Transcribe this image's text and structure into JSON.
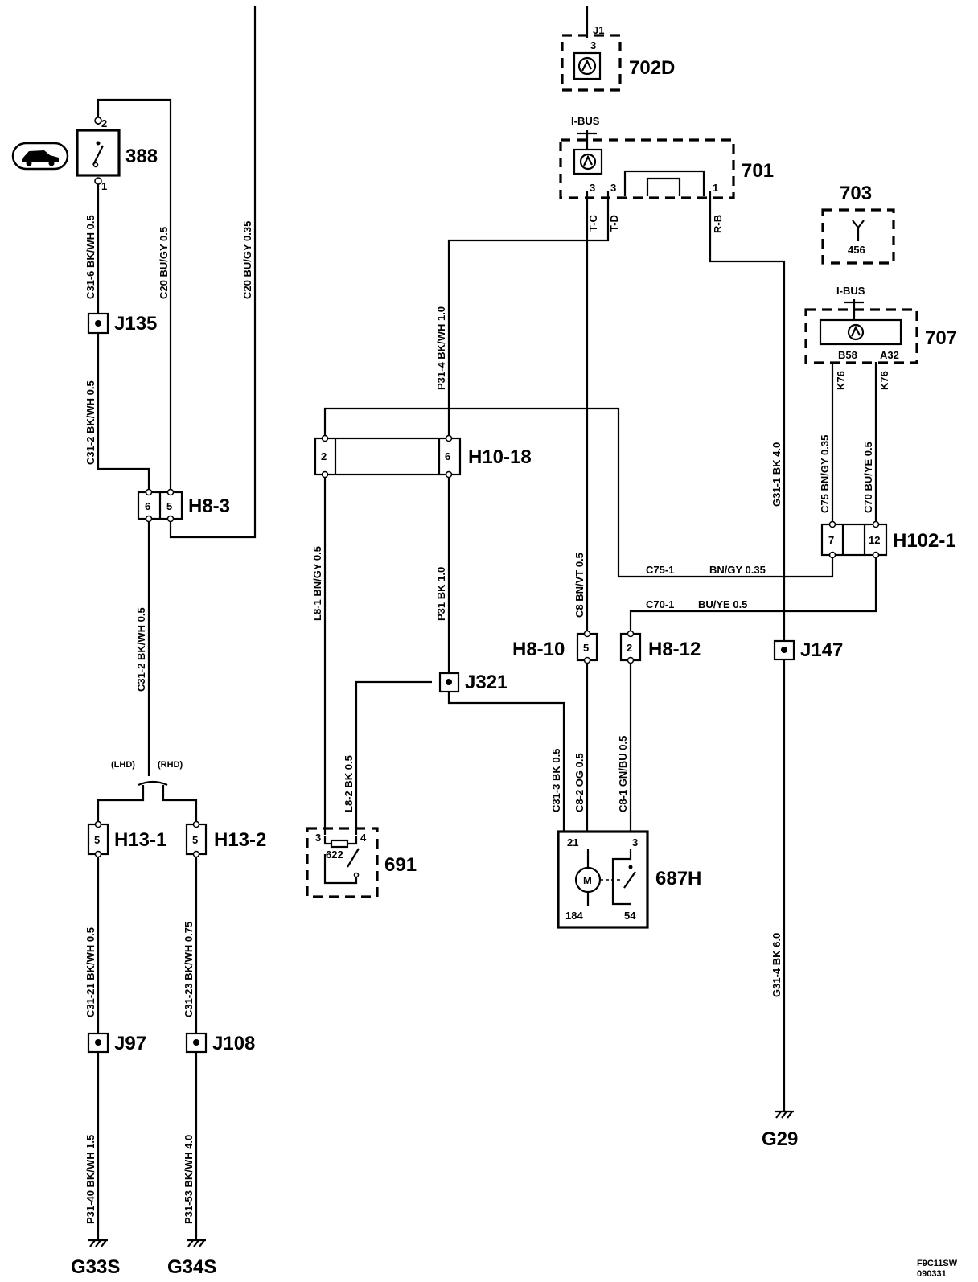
{
  "components": {
    "c388": "388",
    "c702d": "702D",
    "c701": "701",
    "c703": "703",
    "c707": "707",
    "c691": "691",
    "c687h": "687H"
  },
  "connectors": {
    "h8_3": "H8-3",
    "h10_18": "H10-18",
    "h102_1": "H102-1",
    "h8_10": "H8-10",
    "h8_12": "H8-12",
    "h13_1": "H13-1",
    "h13_2": "H13-2"
  },
  "junctions": {
    "j135": "J135",
    "j321": "J321",
    "j147": "J147",
    "j97": "J97",
    "j108": "J108"
  },
  "grounds": {
    "g29": "G29",
    "g33s": "G33S",
    "g34s": "G34S"
  },
  "pins": {
    "p702d_j1": "J1",
    "p702d_3": "3",
    "p388_2": "2",
    "p388_1": "1",
    "p701_3a": "3",
    "p701_3b": "3",
    "p701_1": "1",
    "p701_tc": "T-C",
    "p701_td": "T-D",
    "p701_rb": "R-B",
    "p703_456": "456",
    "p707_b58": "B58",
    "p707_a32": "A32",
    "p707_k76a": "K76",
    "p707_k76b": "K76",
    "p_h8_3_6": "6",
    "p_h8_3_5": "5",
    "p_h10_18_2": "2",
    "p_h10_18_6": "6",
    "p_h102_7": "7",
    "p_h102_12": "12",
    "p_h8_10_5": "5",
    "p_h8_12_2": "2",
    "p_h13_1_5": "5",
    "p_h13_2_5": "5",
    "p691_3": "3",
    "p691_4": "4",
    "p691_622": "622",
    "p687_21": "21",
    "p687_3": "3",
    "p687_184": "184",
    "p687_54": "54",
    "p687_m": "M"
  },
  "buses": {
    "ibus_701": "I-BUS",
    "ibus_707": "I-BUS"
  },
  "hands": {
    "lhd": "(LHD)",
    "rhd": "(RHD)"
  },
  "wires": {
    "w1": "C31-6 BK/WH 0.5",
    "w2": "C20 BU/GY 0.5",
    "w3": "C20 BU/GY 0.35",
    "w4": "C31-2 BK/WH 0.5",
    "w5": "C31-2 BK/WH 0.5",
    "w6": "P31-4 BK/WH 1.0",
    "w7": "L8-1 BN/GY 0.5",
    "w8": "P31 BK 1.0",
    "w9": "C8 BN/VT 0.5",
    "w10": "G31-1 BK 4.0",
    "w11": "C75 BN/GY 0.35",
    "w12": "C70 BU/YE 0.5",
    "w13": "L8-2 BK 0.5",
    "w14": "C31-3 BK 0.5",
    "w15": "C8-2 OG 0.5",
    "w16": "C8-1 GN/BU 0.5",
    "w17": "G31-4 BK 6.0",
    "w18": "C31-21 BK/WH 0.5",
    "w19": "C31-23 BK/WH 0.75",
    "w20": "P31-40 BK/WH 1.5",
    "w21": "P31-53 BK/WH 4.0",
    "w22": "C75-1",
    "w22b": "BN/GY  0.35",
    "w23": "C70-1",
    "w23b": "BU/YE  0.5"
  },
  "footer": {
    "code1": "F9C11SW",
    "code2": "090331"
  }
}
